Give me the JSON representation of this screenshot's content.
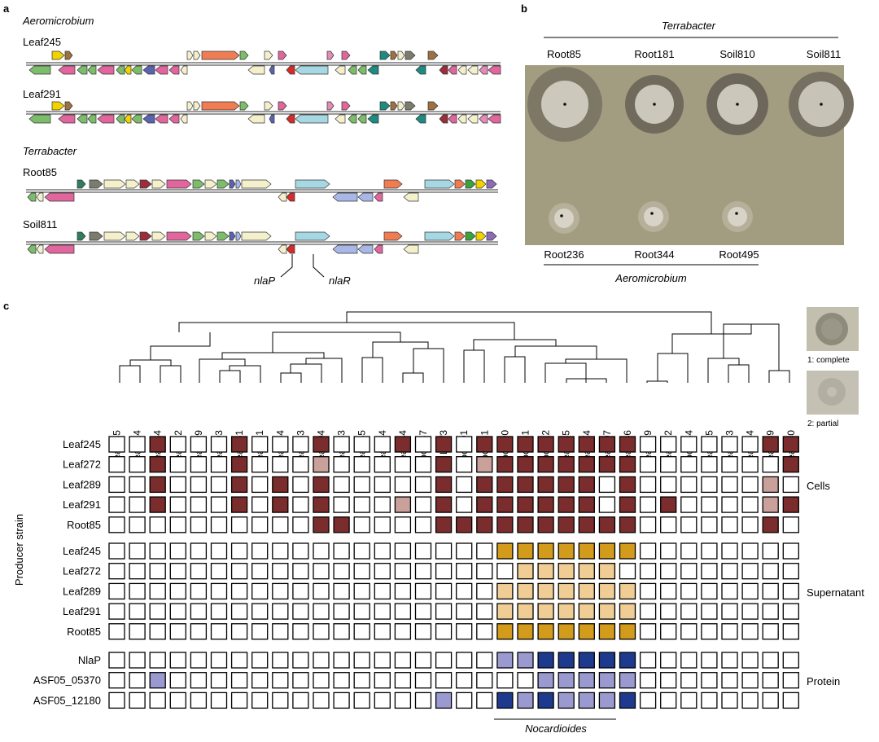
{
  "panel_a": {
    "letter": "a",
    "groups": [
      {
        "genus": "Aeromicrobium",
        "strains": [
          "Leaf245",
          "Leaf291"
        ]
      },
      {
        "genus": "Terrabacter",
        "strains": [
          "Root85",
          "Soil811"
        ]
      }
    ],
    "gene_labels": [
      "nlaP",
      "nlaR"
    ]
  },
  "panel_b": {
    "letter": "b",
    "top_genus": "Terrabacter",
    "top_strains": [
      "Root85",
      "Root181",
      "Soil810",
      "Soil811"
    ],
    "bottom_strains": [
      "Root236",
      "Root344",
      "Root495"
    ],
    "bottom_genus": "Aeromicrobium"
  },
  "panel_c": {
    "letter": "c",
    "y_axis_label": "Producer strain",
    "targets": [
      "Leaf335",
      "Leaf314",
      "Leaf264",
      "Leaf222",
      "Leaf299",
      "Leaf203",
      "Leaf351",
      "Leaf161",
      "Leaf254",
      "Leaf263",
      "Leaf304",
      "Leaf183",
      "Leaf145",
      "Leaf234",
      "Leaf334",
      "Root137",
      "Leaf3",
      "Root101",
      "Root181",
      "Root190",
      "Root151",
      "Root122",
      "Leaf285",
      "Leaf374",
      "Leaf307",
      "Leaf446",
      "Leaf289",
      "Leaf272",
      "Root344",
      "Leaf225",
      "Leaf233",
      "Leaf354",
      "Leaf369",
      "Leaf380"
    ],
    "legend": {
      "complete": "1: complete",
      "partial": "2: partial"
    },
    "clade_label": "Nocardioides",
    "colors": {
      "cells_complete": "#7b2d2d",
      "cells_partial": "#c9a19a",
      "sup_complete": "#d39b1b",
      "sup_partial": "#efcd94",
      "prot_complete": "#1e3a8f",
      "prot_partial": "#9a9ad0",
      "empty": "#ffffff"
    },
    "blocks": [
      {
        "name": "Cells",
        "rows": [
          {
            "producer": "Leaf245",
            "values": [
              0,
              0,
              1,
              0,
              0,
              0,
              1,
              0,
              0,
              0,
              1,
              0,
              0,
              0,
              1,
              0,
              1,
              0,
              1,
              1,
              1,
              1,
              1,
              1,
              1,
              1,
              0,
              0,
              0,
              0,
              0,
              0,
              1,
              1
            ]
          },
          {
            "producer": "Leaf272",
            "values": [
              0,
              0,
              1,
              0,
              0,
              0,
              1,
              0,
              0,
              0,
              2,
              0,
              0,
              0,
              0,
              0,
              1,
              0,
              2,
              1,
              1,
              1,
              1,
              1,
              1,
              1,
              0,
              0,
              0,
              0,
              0,
              0,
              0,
              1
            ]
          },
          {
            "producer": "Leaf289",
            "values": [
              0,
              0,
              1,
              0,
              0,
              0,
              1,
              0,
              1,
              0,
              1,
              0,
              0,
              0,
              0,
              0,
              1,
              0,
              1,
              1,
              1,
              1,
              1,
              1,
              0,
              1,
              0,
              0,
              0,
              0,
              0,
              0,
              2,
              0
            ]
          },
          {
            "producer": "Leaf291",
            "values": [
              0,
              0,
              1,
              0,
              0,
              0,
              1,
              0,
              1,
              0,
              1,
              0,
              0,
              0,
              2,
              0,
              1,
              0,
              1,
              1,
              1,
              1,
              1,
              1,
              0,
              1,
              0,
              1,
              0,
              0,
              0,
              0,
              2,
              1
            ]
          },
          {
            "producer": "Root85",
            "values": [
              0,
              0,
              0,
              0,
              0,
              0,
              0,
              0,
              0,
              0,
              1,
              1,
              0,
              0,
              0,
              0,
              1,
              1,
              1,
              1,
              1,
              1,
              1,
              1,
              1,
              1,
              0,
              0,
              0,
              0,
              0,
              0,
              1,
              0
            ]
          }
        ]
      },
      {
        "name": "Supernatant",
        "rows": [
          {
            "producer": "Leaf245",
            "values": [
              0,
              0,
              0,
              0,
              0,
              0,
              0,
              0,
              0,
              0,
              0,
              0,
              0,
              0,
              0,
              0,
              0,
              0,
              0,
              1,
              1,
              1,
              1,
              1,
              1,
              1,
              0,
              0,
              0,
              0,
              0,
              0,
              0,
              0
            ]
          },
          {
            "producer": "Leaf272",
            "values": [
              0,
              0,
              0,
              0,
              0,
              0,
              0,
              0,
              0,
              0,
              0,
              0,
              0,
              0,
              0,
              0,
              0,
              0,
              0,
              0,
              2,
              2,
              2,
              2,
              2,
              0,
              0,
              0,
              0,
              0,
              0,
              0,
              0,
              0
            ]
          },
          {
            "producer": "Leaf289",
            "values": [
              0,
              0,
              0,
              0,
              0,
              0,
              0,
              0,
              0,
              0,
              0,
              0,
              0,
              0,
              0,
              0,
              0,
              0,
              0,
              2,
              2,
              2,
              2,
              2,
              2,
              2,
              0,
              0,
              0,
              0,
              0,
              0,
              0,
              0
            ]
          },
          {
            "producer": "Leaf291",
            "values": [
              0,
              0,
              0,
              0,
              0,
              0,
              0,
              0,
              0,
              0,
              0,
              0,
              0,
              0,
              0,
              0,
              0,
              0,
              0,
              2,
              2,
              2,
              2,
              2,
              2,
              2,
              0,
              0,
              0,
              0,
              0,
              0,
              0,
              0
            ]
          },
          {
            "producer": "Root85",
            "values": [
              0,
              0,
              0,
              0,
              0,
              0,
              0,
              0,
              0,
              0,
              0,
              0,
              0,
              0,
              0,
              0,
              0,
              0,
              0,
              1,
              1,
              1,
              1,
              1,
              1,
              1,
              0,
              0,
              0,
              0,
              0,
              0,
              0,
              0
            ]
          }
        ]
      },
      {
        "name": "Protein",
        "rows": [
          {
            "producer": "NlaP",
            "values": [
              0,
              0,
              0,
              0,
              0,
              0,
              0,
              0,
              0,
              0,
              0,
              0,
              0,
              0,
              0,
              0,
              0,
              0,
              0,
              2,
              2,
              1,
              1,
              1,
              1,
              1,
              0,
              0,
              0,
              0,
              0,
              0,
              0,
              0
            ]
          },
          {
            "producer": "ASF05_05370",
            "values": [
              0,
              0,
              2,
              0,
              0,
              0,
              0,
              0,
              0,
              0,
              0,
              0,
              0,
              0,
              0,
              0,
              0,
              0,
              0,
              0,
              0,
              2,
              2,
              2,
              2,
              2,
              0,
              0,
              0,
              0,
              0,
              0,
              0,
              0
            ]
          },
          {
            "producer": "ASF05_12180",
            "values": [
              0,
              0,
              0,
              0,
              0,
              0,
              0,
              0,
              0,
              0,
              0,
              0,
              0,
              0,
              0,
              0,
              2,
              0,
              0,
              1,
              2,
              1,
              2,
              2,
              2,
              1,
              0,
              0,
              0,
              0,
              0,
              0,
              0,
              0
            ]
          }
        ]
      }
    ]
  }
}
